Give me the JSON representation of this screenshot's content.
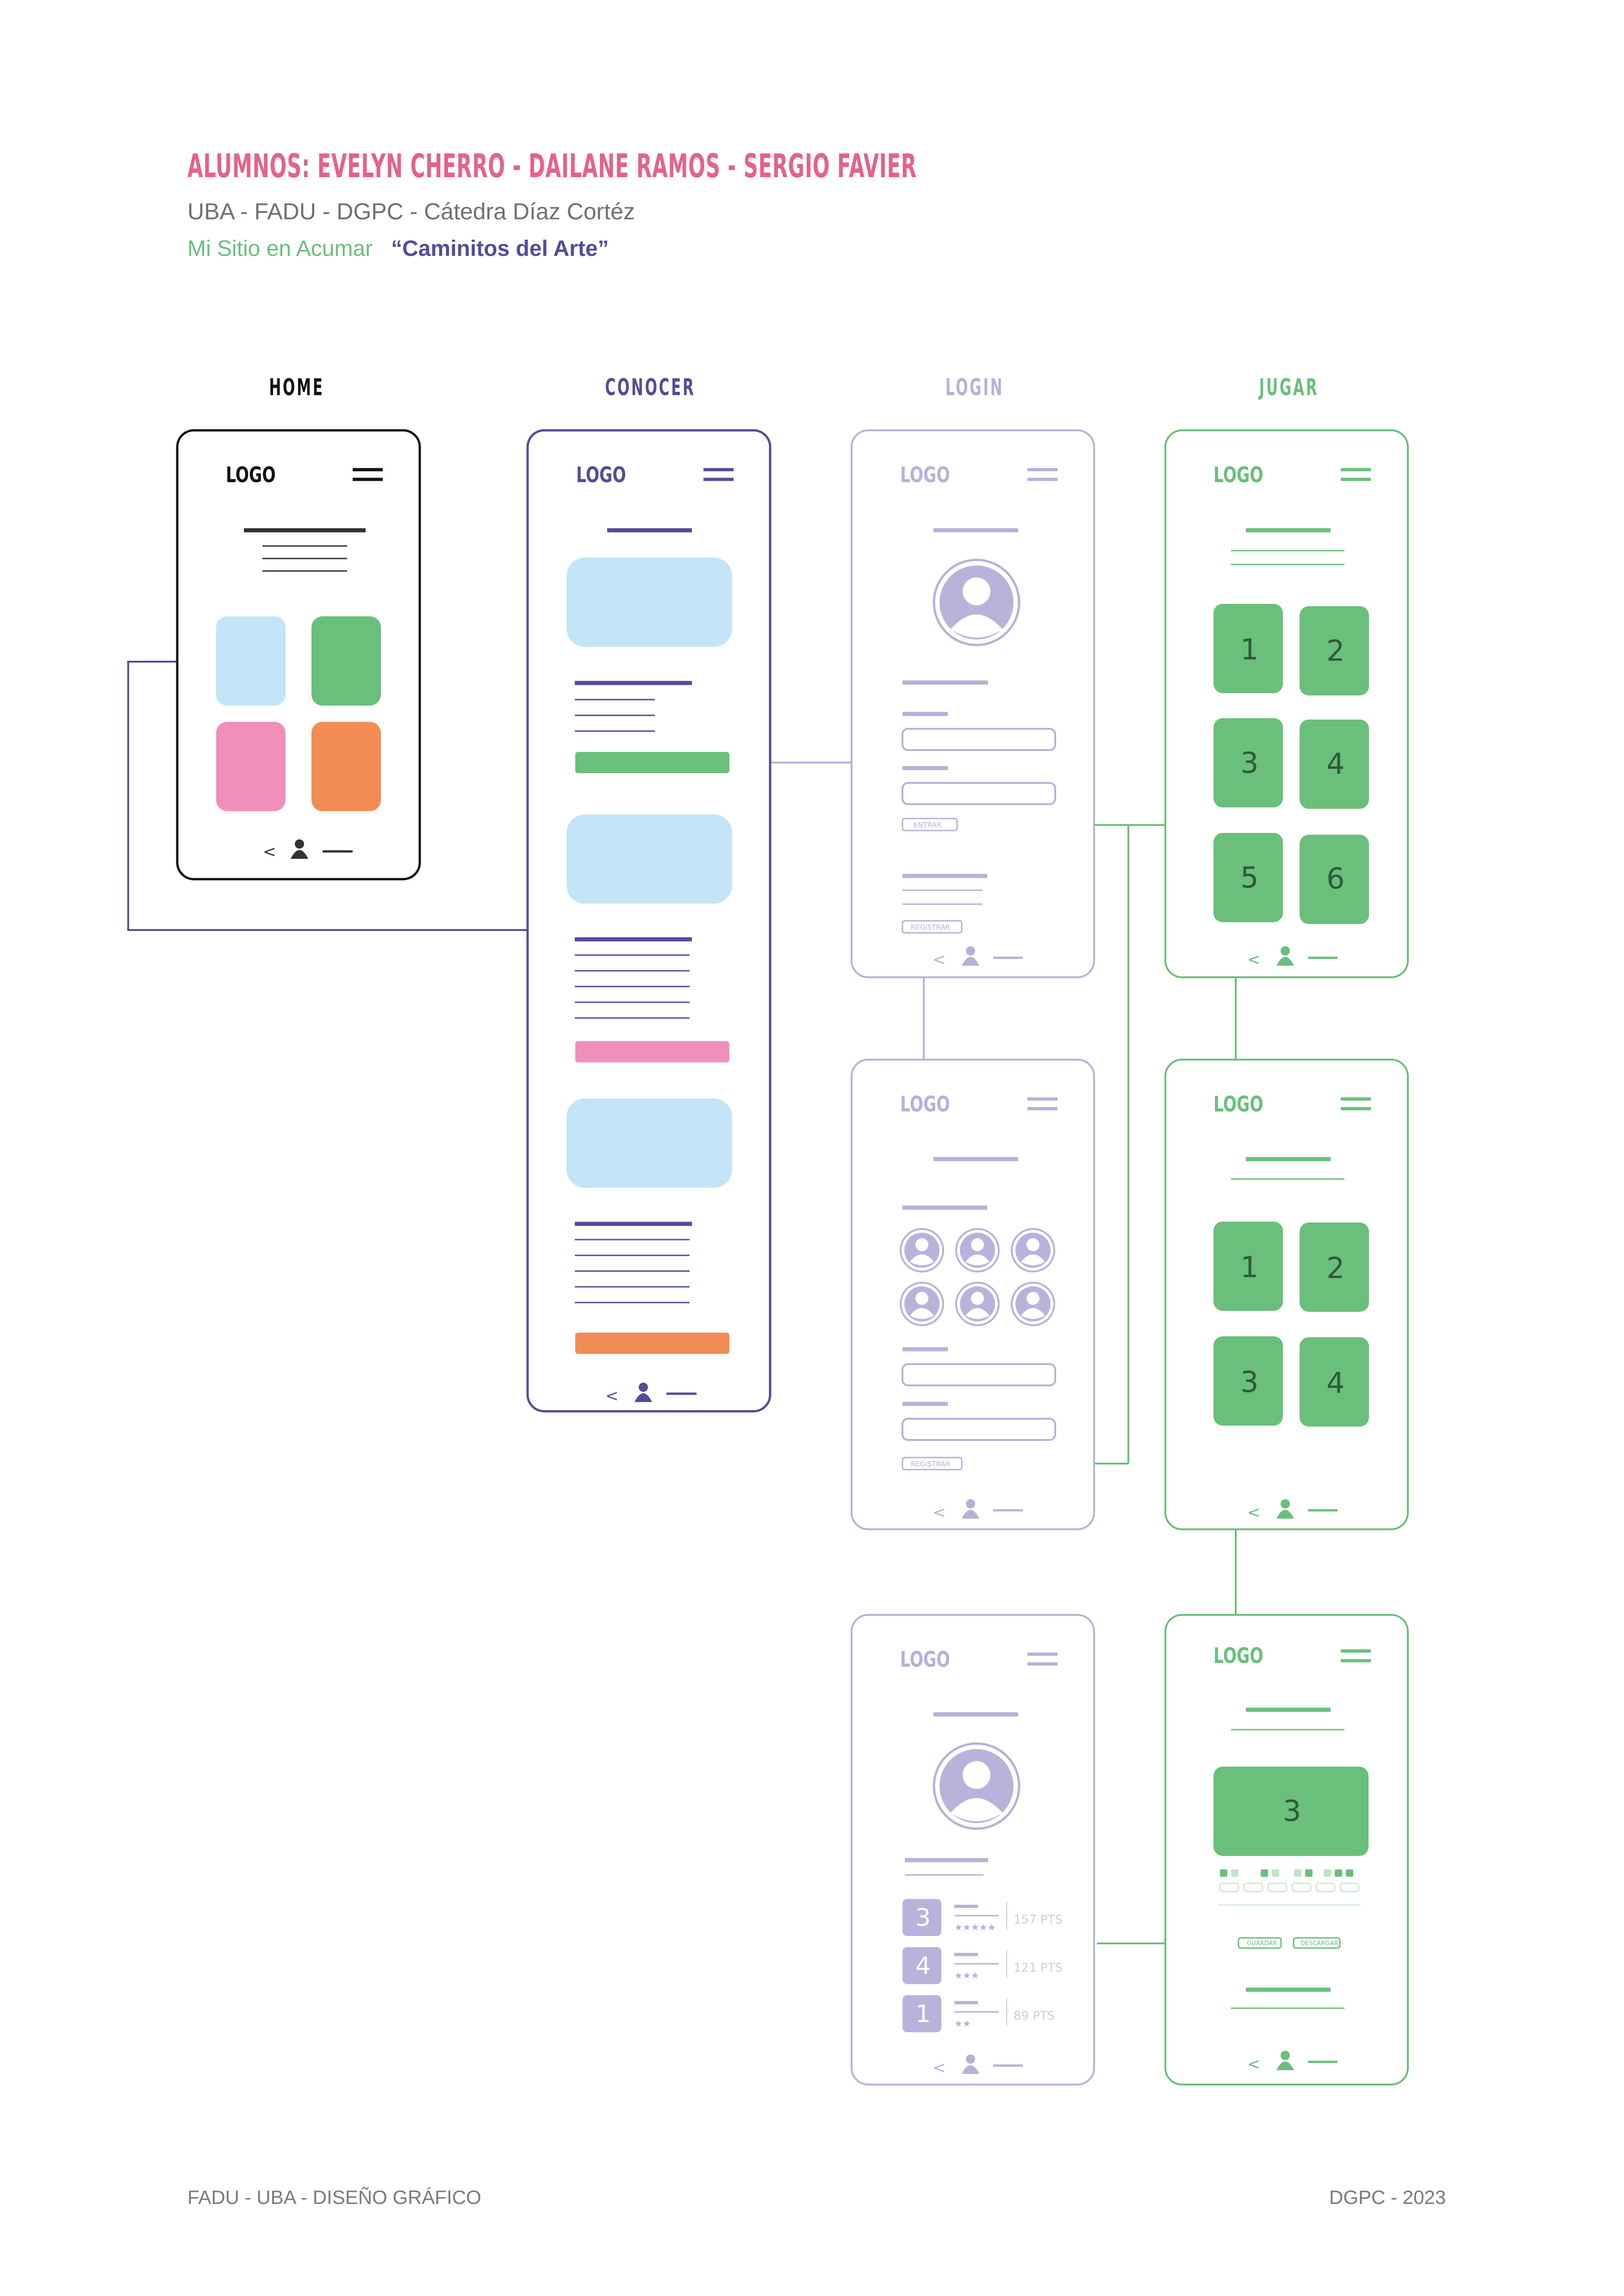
{
  "header": {
    "title": "ALUMNOS: EVELYN CHERRO - DAILANE RAMOS - SERGIO FAVIER",
    "subtitle": "UBA - FADU - DGPC - Cátedra Díaz Cortéz",
    "project_label": "Mi Sitio en Acumar",
    "project_name": "“Caminitos del Arte”"
  },
  "columns": [
    {
      "label": "HOME",
      "color": "#111111"
    },
    {
      "label": "CONOCER",
      "color": "#514d9a"
    },
    {
      "label": "LOGIN",
      "color": "#b7b1d8"
    },
    {
      "label": "JUGAR",
      "color": "#6abf7b"
    }
  ],
  "screens": {
    "logo_text": "LOGO",
    "back_glyph": "<",
    "login_button": "ENTRAR",
    "register_button": "REGISTRAR",
    "save_button": "GUARDAR",
    "discard_button": "DESCARGAR",
    "level_tiles_main": [
      "1",
      "2",
      "3",
      "4",
      "5",
      "6"
    ],
    "level_tiles_sub": [
      "1",
      "2",
      "3",
      "4"
    ],
    "current_level": "3",
    "ranking": [
      {
        "level": "3",
        "stars": 5,
        "points": "157 PTS"
      },
      {
        "level": "4",
        "stars": 3,
        "points": "121 PTS"
      },
      {
        "level": "1",
        "stars": 2,
        "points": "89 PTS"
      }
    ]
  },
  "colors": {
    "home": "#111111",
    "conocer": "#514d9a",
    "login": "#b7b1d8",
    "login_fill": "#b9b3dc",
    "jugar": "#6abf7b",
    "light_blue": "#c4e5f7",
    "green": "#6abf7b",
    "pink": "#f18fbb",
    "orange": "#f28c54",
    "title": "#e5628a"
  },
  "footer": {
    "left": "FADU - UBA - DISEÑO GRÁFICO",
    "right": "DGPC - 2023"
  }
}
